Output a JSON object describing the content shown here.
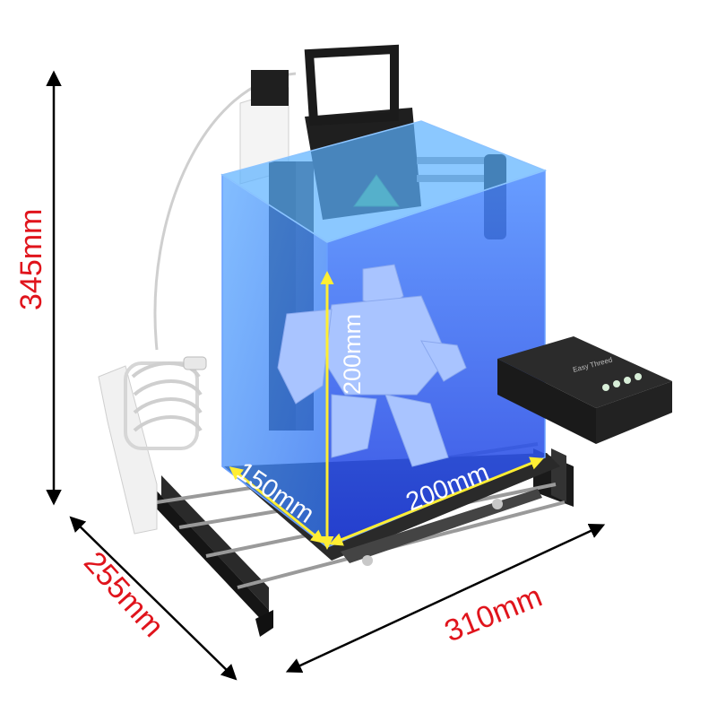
{
  "product": {
    "brand_text": "Easy Threed",
    "hotend_icon": "hot-surface-warning-icon"
  },
  "dimensions": {
    "overall_height": "345mm",
    "overall_depth": "255mm",
    "overall_width": "310mm",
    "build_height": "200mm",
    "build_depth": "150mm",
    "build_width": "200mm"
  },
  "colors": {
    "overall_dimension_text": "#e0141c",
    "build_dimension_text": "#ffffff",
    "build_volume_line": "#ffee33",
    "build_volume_box": "#2f7bff",
    "model_figure": "#a9c4ff",
    "frame": "#1b1b1b"
  }
}
